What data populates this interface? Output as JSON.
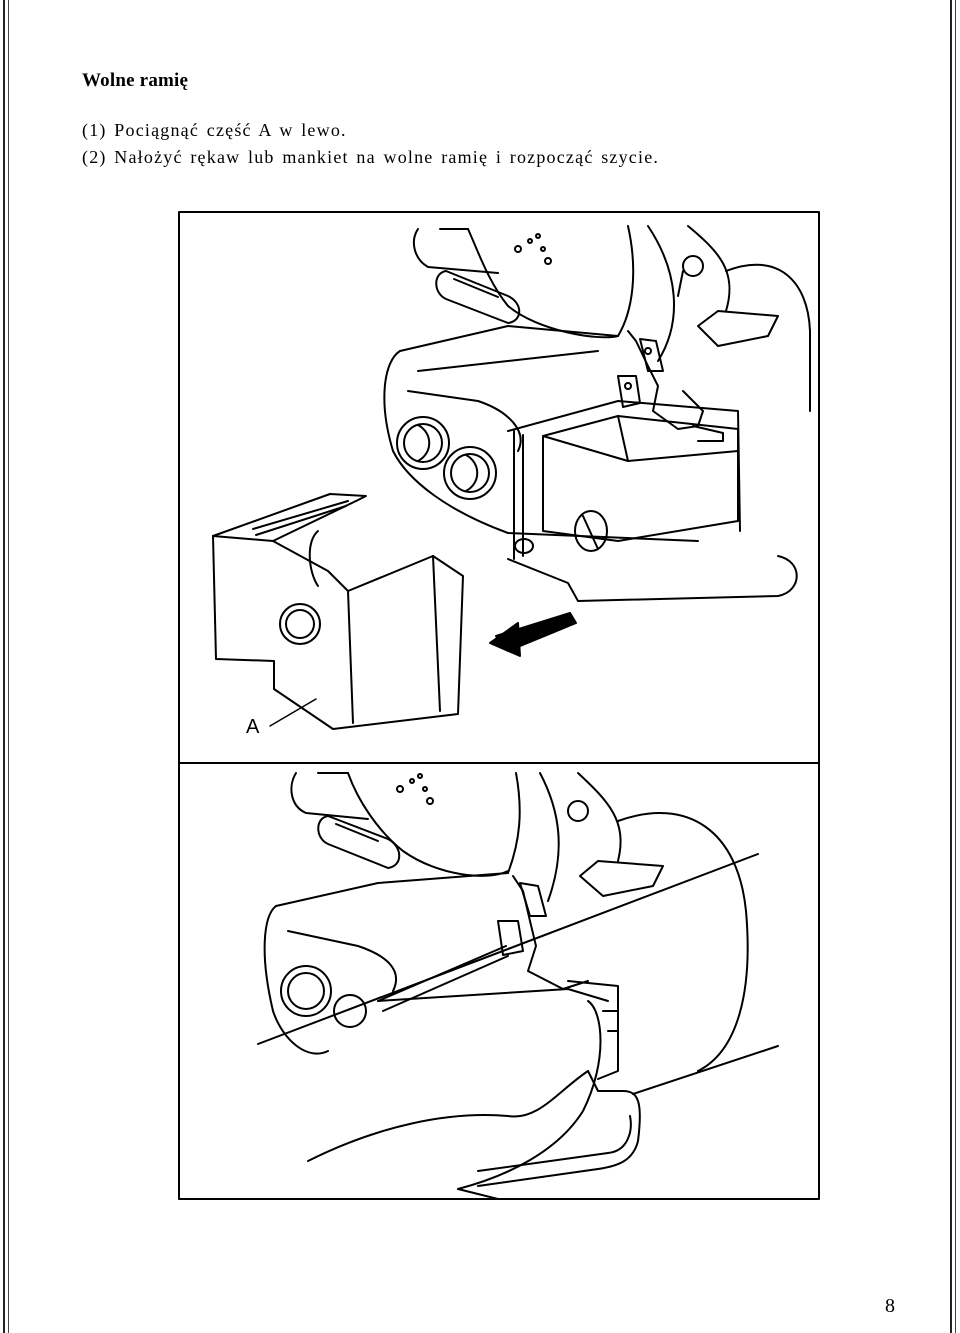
{
  "heading": "Wolne ramię",
  "steps": [
    "(1) Pociągnąć część A w lewo.",
    "(2) Nałożyć rękaw lub mankiet na wolne ramię i rozpocząć szycie."
  ],
  "figure": {
    "part_label": "A"
  },
  "page_number": "8"
}
